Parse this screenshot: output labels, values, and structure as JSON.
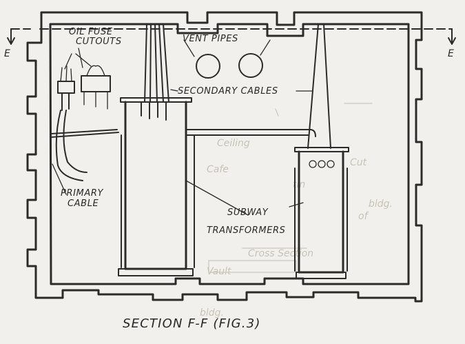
{
  "labels": {
    "oil_fuse_line1": "OIL FUSE",
    "oil_fuse_line2": "CUTOUTS",
    "vent_pipes": "VENT PIPES",
    "secondary_cables": "SECONDARY CABLES",
    "primary_line1": "PRIMARY",
    "primary_line2": "CABLE",
    "subway_line1": "SUBWAY",
    "subway_line2": "TRANSFORMERS",
    "section_marker_left": "E",
    "section_marker_right": "E",
    "caption": "SECTION F-F (FIG.3)"
  },
  "bleed_through": {
    "line1": "bldg.",
    "line2": "of",
    "line3": "Cafe",
    "line4": "tin",
    "line5": "Ceiling",
    "line6": "Cut",
    "line7": "Cross Section",
    "line8": "Vault",
    "line9": "bldg."
  },
  "colors": {
    "paper": "#f1f0ec",
    "ink": "#2d2b2a"
  }
}
